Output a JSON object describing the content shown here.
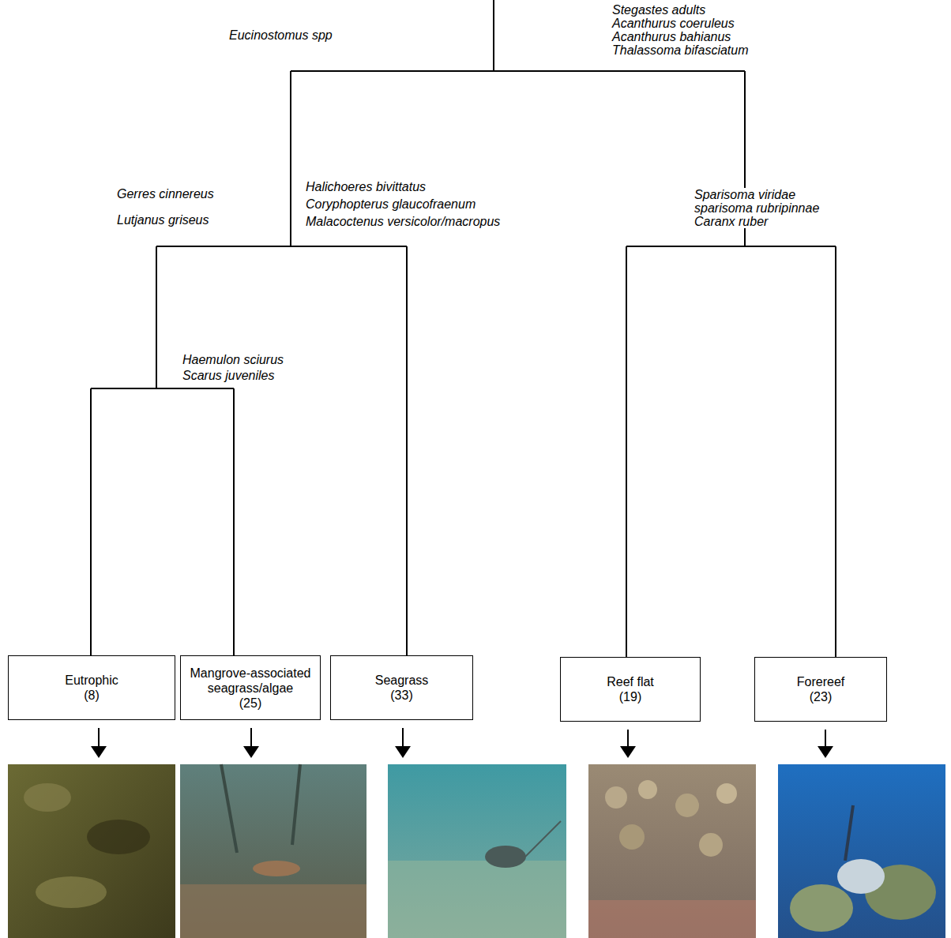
{
  "diagram": {
    "nodes": [
      {
        "text": [
          "Eutrophic",
          "(8)"
        ]
      },
      {
        "text": [
          "Mangrove-associated seagrass/algae",
          "(25)"
        ]
      },
      {
        "text": [
          "Seagrass",
          "(33)"
        ]
      },
      {
        "text": [
          "Reef flat",
          "(19)"
        ]
      },
      {
        "text": [
          "Forereef",
          "(23)"
        ]
      }
    ],
    "labels": [
      "Eucinostomus spp",
      "Stegastes adults",
      "Acanthurus coeruleus",
      "Acanthurus bahianus",
      "Thalassoma bifasciatum",
      "Gerres cinnereus",
      "Lutjanus griseus",
      "Halichoeres bivittatus",
      "Coryphopterus glaucofraenum",
      "Malacoctenus versicolor/macropus",
      "Sparisoma viridae",
      "sparisoma rubripinnae",
      "Caranx ruber",
      "Haemulon sciurus",
      "Scarus juveniles"
    ]
  }
}
